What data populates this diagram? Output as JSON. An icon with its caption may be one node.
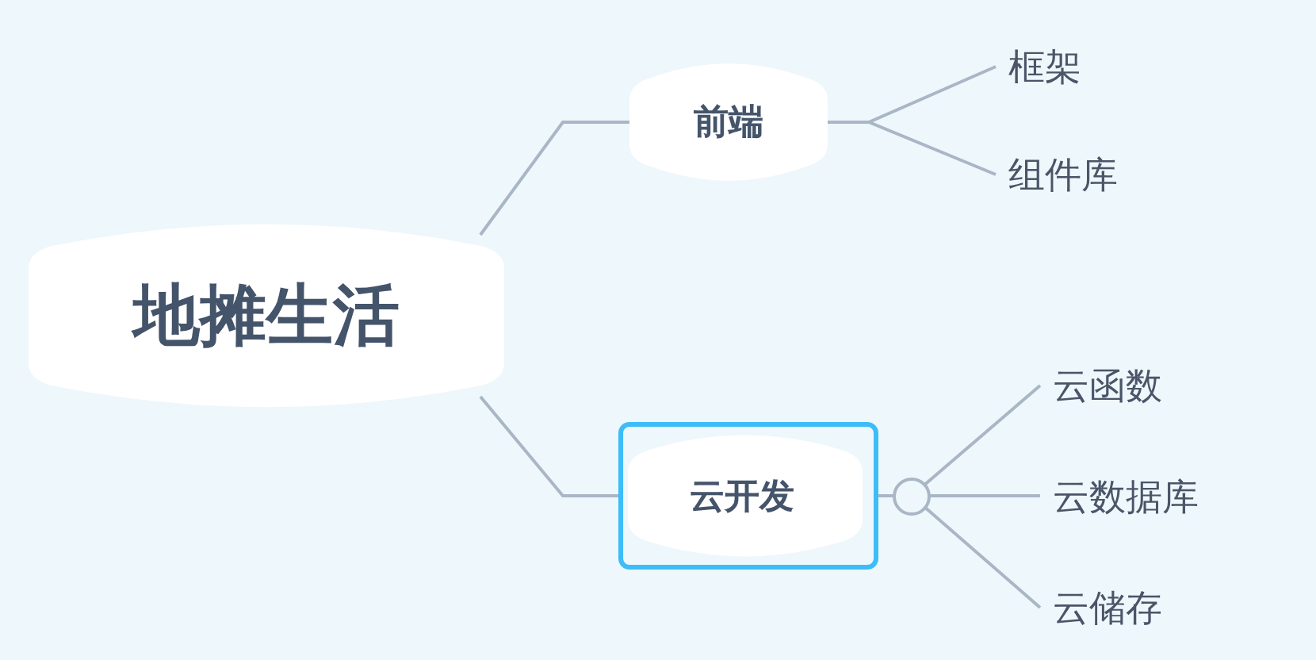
{
  "diagram": {
    "nodes": [
      {
        "text": [
          "地摊生活"
        ]
      },
      {
        "text": [
          "前端"
        ]
      },
      {
        "text": [
          "框架"
        ]
      },
      {
        "text": [
          "组件库"
        ]
      },
      {
        "text": [
          "云开发"
        ]
      },
      {
        "text": [
          "云函数"
        ]
      },
      {
        "text": [
          "云数据库"
        ]
      },
      {
        "text": [
          "云储存"
        ]
      }
    ],
    "edges": [
      {
        "from": 0,
        "to": 1,
        "arrow": "none"
      },
      {
        "from": 0,
        "to": 4,
        "arrow": "none"
      },
      {
        "from": 1,
        "to": 2,
        "arrow": "none"
      },
      {
        "from": 1,
        "to": 3,
        "arrow": "none"
      },
      {
        "from": 4,
        "to": 5,
        "arrow": "none"
      },
      {
        "from": 4,
        "to": 6,
        "arrow": "none"
      },
      {
        "from": 4,
        "to": 7,
        "arrow": "none"
      }
    ]
  }
}
